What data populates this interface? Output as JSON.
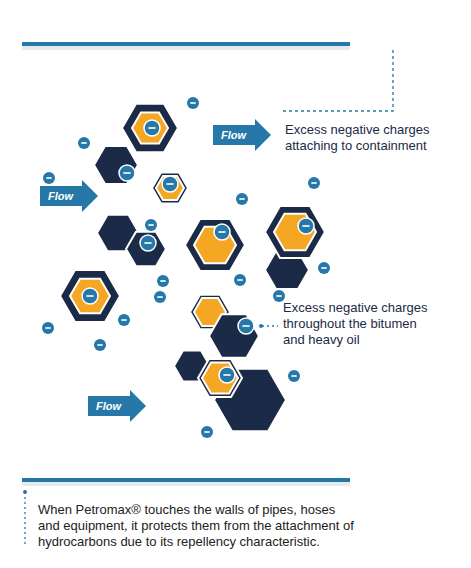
{
  "diagram": {
    "caption": "When Petromax® touches the walls of pipes, hoses and equipment, it protects them from the attachment of hydrocarbons due to its repellency characteristic.",
    "nodes": [
      {
        "text": [
          "Flow"
        ]
      },
      {
        "text": [
          "Flow"
        ]
      },
      {
        "text": [
          "Flow"
        ]
      }
    ],
    "labels": [
      "Excess negative charges attaching to containment",
      "Excess negative charges throughout the bitumen and heavy oil"
    ]
  }
}
